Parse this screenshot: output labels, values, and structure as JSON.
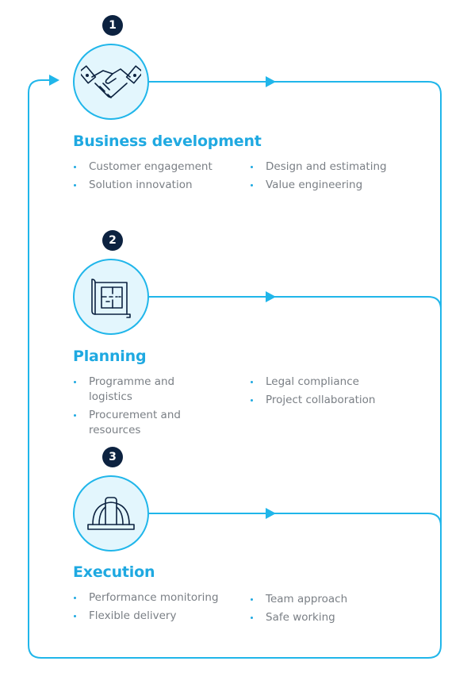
{
  "colors": {
    "accent": "#1fa9e1",
    "badge": "#0c2240",
    "circle_fill": "#e3f6fd",
    "text": "#7a7f85"
  },
  "stages": [
    {
      "number": "1",
      "title": "Business development",
      "icon": "handshake-icon",
      "left_bullets": [
        "Customer engagement",
        "Solution innovation"
      ],
      "right_bullets": [
        "Design and estimating",
        "Value engineering"
      ]
    },
    {
      "number": "2",
      "title": "Planning",
      "icon": "blueprint-icon",
      "left_bullets": [
        "Programme and logistics",
        "Procurement and resources"
      ],
      "right_bullets": [
        "Legal compliance",
        "Project collaboration"
      ]
    },
    {
      "number": "3",
      "title": "Execution",
      "icon": "hard-hat-icon",
      "left_bullets": [
        "Performance monitoring",
        "Flexible delivery"
      ],
      "right_bullets": [
        "Team approach",
        "Safe working"
      ]
    }
  ]
}
